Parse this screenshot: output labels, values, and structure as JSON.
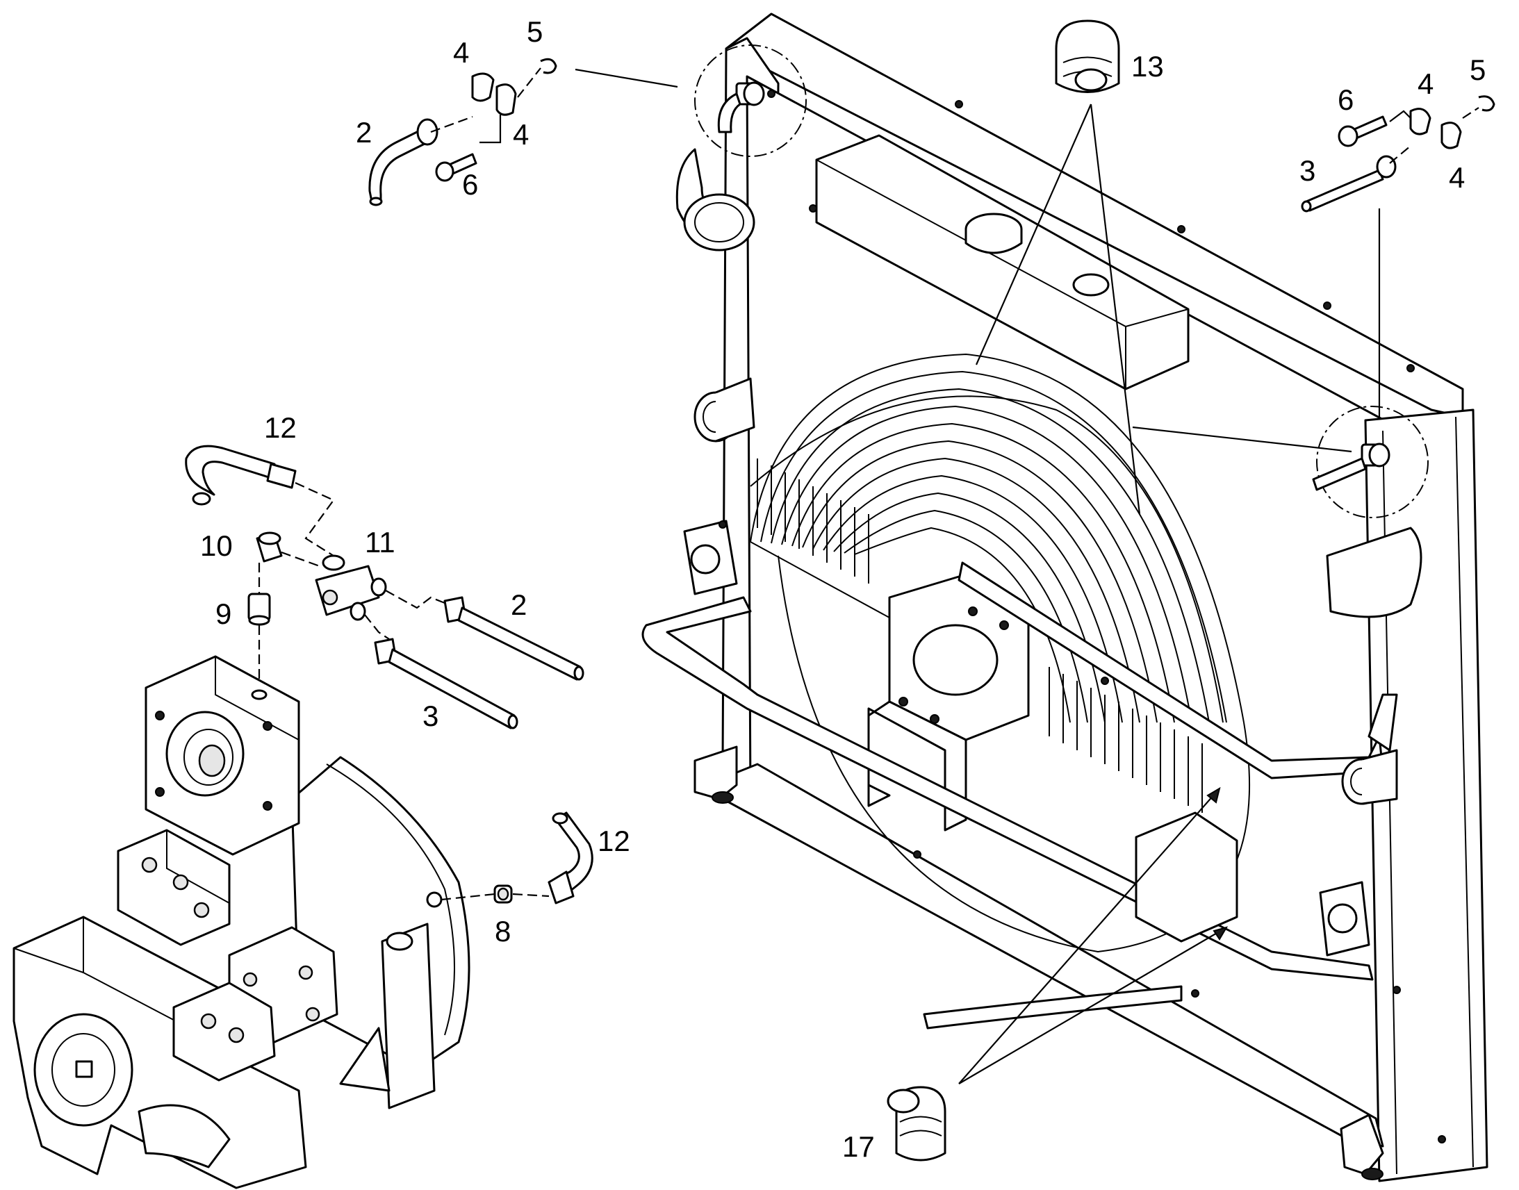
{
  "diagram": {
    "callouts": [
      {
        "id": "c5-top",
        "text": "5"
      },
      {
        "id": "c4-top-a",
        "text": "4"
      },
      {
        "id": "c2-top",
        "text": "2"
      },
      {
        "id": "c4-top-b",
        "text": "4"
      },
      {
        "id": "c6-top",
        "text": "6"
      },
      {
        "id": "c13",
        "text": "13"
      },
      {
        "id": "c6-right",
        "text": "6"
      },
      {
        "id": "c4-right-a",
        "text": "4"
      },
      {
        "id": "c5-right",
        "text": "5"
      },
      {
        "id": "c3-right",
        "text": "3"
      },
      {
        "id": "c4-right-b",
        "text": "4"
      },
      {
        "id": "c12-top",
        "text": "12"
      },
      {
        "id": "c10",
        "text": "10"
      },
      {
        "id": "c11",
        "text": "11"
      },
      {
        "id": "c9",
        "text": "9"
      },
      {
        "id": "c2-mid",
        "text": "2"
      },
      {
        "id": "c3-mid",
        "text": "3"
      },
      {
        "id": "c12-bottom",
        "text": "12"
      },
      {
        "id": "c8",
        "text": "8"
      },
      {
        "id": "c17",
        "text": "17"
      }
    ]
  }
}
